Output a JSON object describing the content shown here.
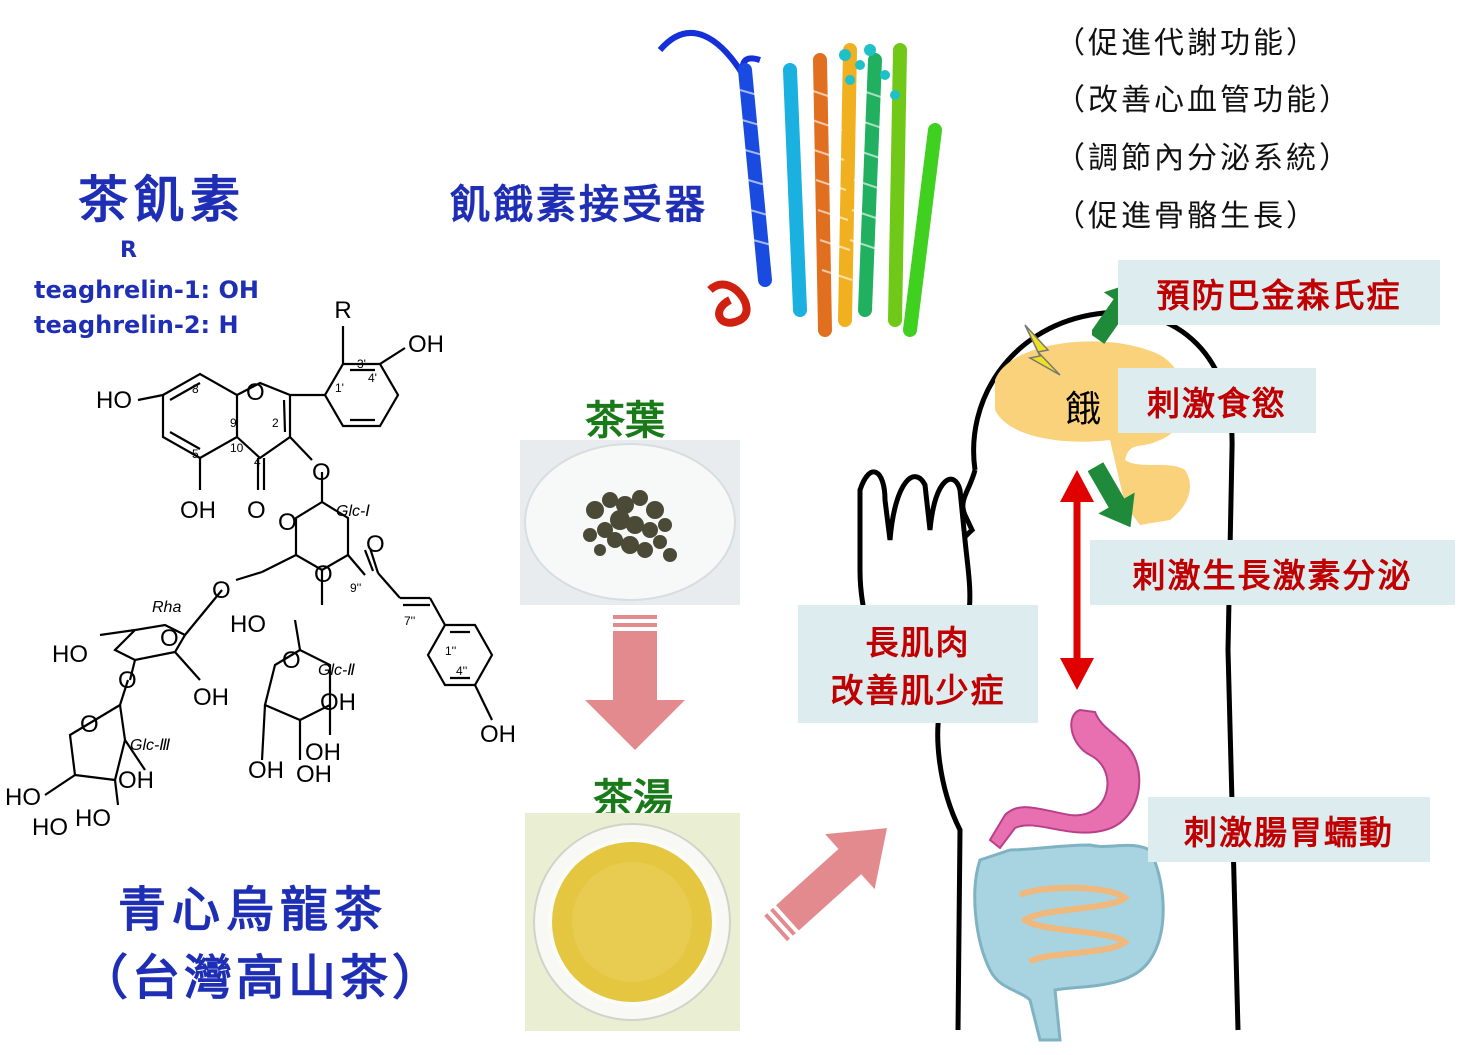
{
  "titles": {
    "tea_compound": "茶飢素",
    "receptor": "飢餓素接受器",
    "tea_name": "青心烏龍茶",
    "tea_origin": "（台灣高山茶）",
    "tea_leaf": "茶葉",
    "tea_soup": "茶湯"
  },
  "legend": {
    "r": "R",
    "line1": "teaghrelin-1: OH",
    "line2": "teaghrelin-2: H"
  },
  "functions": [
    "（促進代謝功能）",
    "（改善心血管功能）",
    "（調節內分泌系統）",
    "（促進骨骼生長）"
  ],
  "effects": {
    "parkinson": "預防巴金森氏症",
    "appetite": "刺激食慾",
    "growth_hormone": "刺激生長激素分泌",
    "muscle_1": "長肌肉",
    "muscle_2": "改善肌少症",
    "gut": "刺激腸胃蠕動"
  },
  "brain_label": "餓",
  "molecule": {
    "R": "R",
    "OH": "OH",
    "HO": "HO",
    "O": "O",
    "glc1": "Glc-Ⅰ",
    "glc2": "Glc-Ⅱ",
    "glc3": "Glc-Ⅲ",
    "rha": "Rha",
    "n3p": "3'",
    "n4p": "4'",
    "n1p": "1'",
    "n8": "8",
    "n9": "9",
    "n2": "2",
    "n10": "10",
    "n5": "5",
    "n4": "4",
    "n9pp": "9''",
    "n7pp": "7''",
    "n1pp": "1''",
    "n4pp": "4''"
  },
  "colors": {
    "title_blue": "#1f2fb5",
    "label_green": "#1a7a1a",
    "effect_red": "#c00000",
    "box_bg": "#dcecef",
    "pink_arrow": "#e38a8f",
    "red_arrow": "#e00000",
    "green_arrow": "#1f8a3a",
    "brain": "#fbd27c",
    "stomach": "#e86fb0",
    "intestine": "#a8d3e0"
  }
}
